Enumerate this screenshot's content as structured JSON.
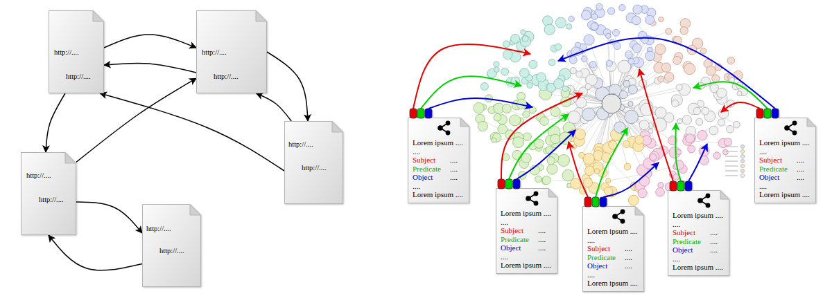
{
  "diagram": {
    "nodes": [
      {
        "text": [
          "http://....",
          "http://...."
        ]
      },
      {
        "text": [
          "http://....",
          "http://...."
        ]
      },
      {
        "text": [
          "http://....",
          "http://...."
        ]
      },
      {
        "text": [
          "http://....",
          "http://...."
        ]
      },
      {
        "text": [
          "http://....",
          "http://...."
        ]
      },
      {
        "text": [
          "Lorem ipsum ....",
          "....",
          "Subject",
          "....",
          "Predicate",
          "....",
          "Object",
          "....",
          "....",
          "Lorem ipsum ...."
        ]
      },
      {
        "text": [
          "Lorem ipsum ....",
          "....",
          "Subject",
          "....",
          "Predicate",
          "....",
          "Object",
          "....",
          "....",
          "Lorem ipsum ...."
        ]
      },
      {
        "text": [
          "Lorem ipsum ....",
          "....",
          "Subject",
          "....",
          "Predicate",
          "....",
          "Object",
          "....",
          "....",
          "Lorem ipsum ...."
        ]
      },
      {
        "text": [
          "Lorem ipsum ....",
          "....",
          "Subject",
          "....",
          "Predicate",
          "....",
          "Object",
          "....",
          "....",
          "Lorem ipsum ...."
        ]
      },
      {
        "text": [
          "Lorem ipsum ....",
          "....",
          "Subject",
          "....",
          "Predicate",
          "....",
          "Object",
          "....",
          "....",
          "Lorem ipsum ...."
        ]
      }
    ],
    "edges": [
      {
        "from": 0,
        "to": 1,
        "arrow": "to"
      },
      {
        "from": 1,
        "to": 0,
        "arrow": "to"
      },
      {
        "from": 1,
        "to": 2,
        "arrow": "to"
      },
      {
        "from": 0,
        "to": 3,
        "arrow": "to"
      },
      {
        "from": 3,
        "to": 1,
        "arrow": "to"
      },
      {
        "from": 2,
        "to": 0,
        "arrow": "to"
      },
      {
        "from": 2,
        "to": 1,
        "arrow": "to"
      },
      {
        "from": 3,
        "to": 4,
        "arrow": "to"
      },
      {
        "from": 4,
        "to": 3,
        "arrow": "to"
      }
    ]
  }
}
